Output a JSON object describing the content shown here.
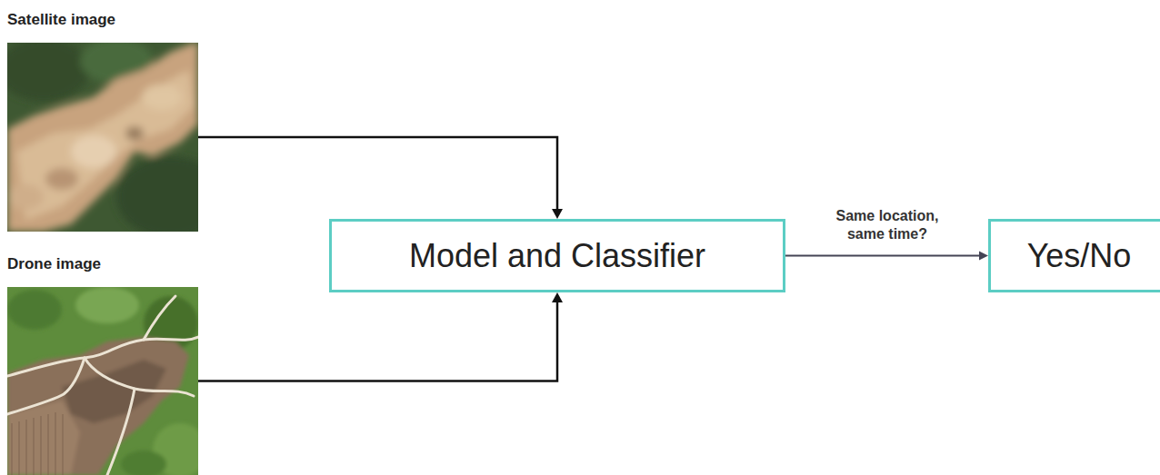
{
  "diagram": {
    "nodes": [
      {
        "text": [
          "Satellite image"
        ]
      },
      {
        "text": [
          "Drone image"
        ]
      },
      {
        "text": [
          "Model and Classifier"
        ]
      },
      {
        "text": [
          "Yes/No"
        ]
      }
    ],
    "edges": [
      {
        "from": 0,
        "to": 2,
        "arrow": "to"
      },
      {
        "from": 1,
        "to": 2,
        "arrow": "to"
      },
      {
        "from": 2,
        "to": 3,
        "label": "Same location, same time?",
        "arrow": "to"
      }
    ]
  }
}
